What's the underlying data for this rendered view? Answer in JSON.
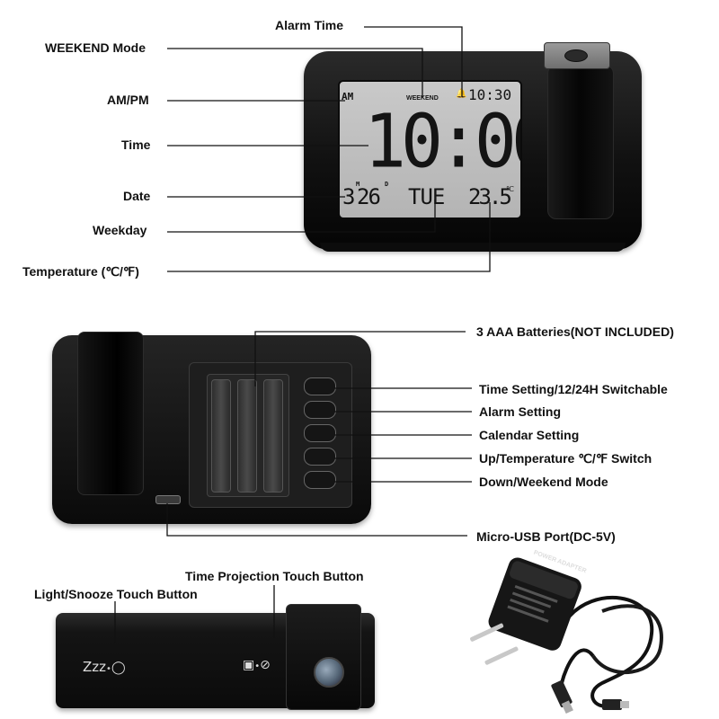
{
  "front_labels": {
    "weekend_mode": "WEEKEND Mode",
    "alarm_time": "Alarm Time",
    "am_pm": "AM/PM",
    "time": "Time",
    "date": "Date",
    "weekday": "Weekday",
    "temperature": "Temperature (℃/℉)"
  },
  "display": {
    "am": "AM",
    "weekend": "WEEKEND",
    "alarm_icon": "bell-icon",
    "alarm_time": "10:30",
    "time": "10:00",
    "month": "3",
    "month_marker": "M",
    "day": "26",
    "day_marker": "D",
    "weekday": "TUE",
    "temperature": "23.5",
    "temp_unit": "℃"
  },
  "back_labels": {
    "batteries": "3 AAA Batteries(NOT INCLUDED)",
    "time_setting": "Time Setting/12/24H Switchable",
    "alarm_setting": "Alarm Setting",
    "calendar_setting": "Calendar Setting",
    "up_temp": "Up/Temperature ℃/℉ Switch",
    "down_weekend": "Down/Weekend Mode",
    "micro_usb": "Micro-USB Port(DC-5V)"
  },
  "top_labels": {
    "projection_button": "Time Projection Touch Button",
    "light_snooze_button": "Light/Snooze Touch Button",
    "zzz": "Zzz"
  },
  "adapter": {
    "label": "POWER ADAPTER"
  }
}
